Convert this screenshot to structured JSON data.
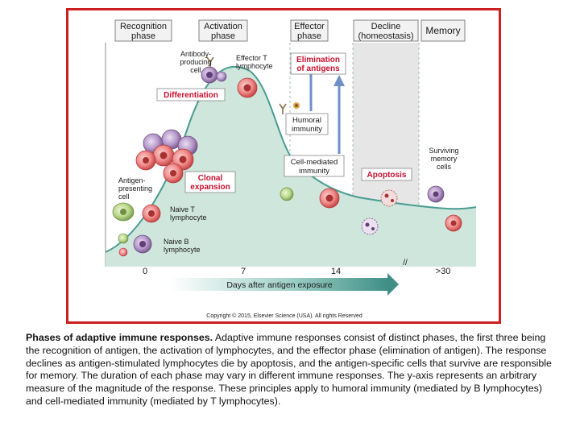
{
  "phases": {
    "recognition": [
      "Recognition",
      "phase"
    ],
    "activation": [
      "Activation",
      "phase"
    ],
    "effector": [
      "Effector",
      "phase"
    ],
    "decline": [
      "Decline",
      "(homeostasis)"
    ],
    "memory": "Memory"
  },
  "labels": {
    "antibody_cell": [
      "Antibody-",
      "producing",
      "cell"
    ],
    "effector_t": [
      "Effector T",
      "lymphocyte"
    ],
    "elimination": [
      "Elimination",
      "of antigens"
    ],
    "differentiation": "Differentiation",
    "humoral": [
      "Humoral",
      "immunity"
    ],
    "cell_mediated": [
      "Cell-mediated",
      "immunity"
    ],
    "apoptosis": "Apoptosis",
    "surviving": [
      "Surviving",
      "memory",
      "cells"
    ],
    "apc": [
      "Antigen-",
      "presenting",
      "cell"
    ],
    "clonal": [
      "Clonal",
      "expansion"
    ],
    "naive_t": [
      "Naive T",
      "lymphocyte"
    ],
    "naive_b": [
      "Naive B",
      "lymphocyte"
    ]
  },
  "axis": {
    "ticks": [
      "0",
      "7",
      "14",
      ">30"
    ],
    "label": "Days after antigen exposure"
  },
  "copyright": "Copyright © 2015, Elsevier Science (USA). All rights Reserved",
  "caption": {
    "title": "Phases of adaptive immune responses.",
    "body": " Adaptive immune responses consist of distinct phases, the first three being the recognition of antigen, the activation of lymphocytes, and the effector phase (elimination of antigen). The response declines as antigen-stimulated lymphocytes die by apoptosis, and the antigen-specific cells that survive are responsible for memory. The duration of each phase may vary in different immune responses. The y-axis represents an arbitrary measure of the magnitude of the response. These principles apply to humoral immunity (mediated by B lymphocytes) and cell-mediated immunity (mediated by T lymphocytes)."
  },
  "colors": {
    "frame": "#cc1f1f",
    "curve_fill": "#cfe6dd",
    "curve_line": "#4a9c90",
    "label_red": "#c8102e",
    "arrow_blue": "#6f8fc8",
    "decline_band": "#e4e4e4"
  }
}
